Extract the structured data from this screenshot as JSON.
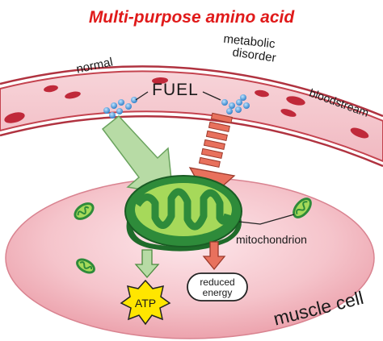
{
  "title": "Multi-purpose amino acid",
  "labels": {
    "normal": "normal",
    "metabolic_line1": "metabolic",
    "metabolic_line2": "disorder",
    "fuel": "FUEL",
    "bloodstream": "bloodstream",
    "mitochondrion": "mitochondrion",
    "atp": "ATP",
    "reduced_line1": "reduced",
    "reduced_line2": "energy",
    "muscle_cell": "muscle cell"
  },
  "colors": {
    "title_red": "#e01a1a",
    "vessel_pink": "#f3c6cc",
    "cell_pink": "#f2b3bb",
    "mito_green": "#2e8b3a",
    "mito_inner": "#a6d95a",
    "normal_arrow": "#b8dca6",
    "disorder_arrow": "#e8715d",
    "atp_yellow": "#ffe600",
    "fuel_blue": "#3a8fd8"
  }
}
